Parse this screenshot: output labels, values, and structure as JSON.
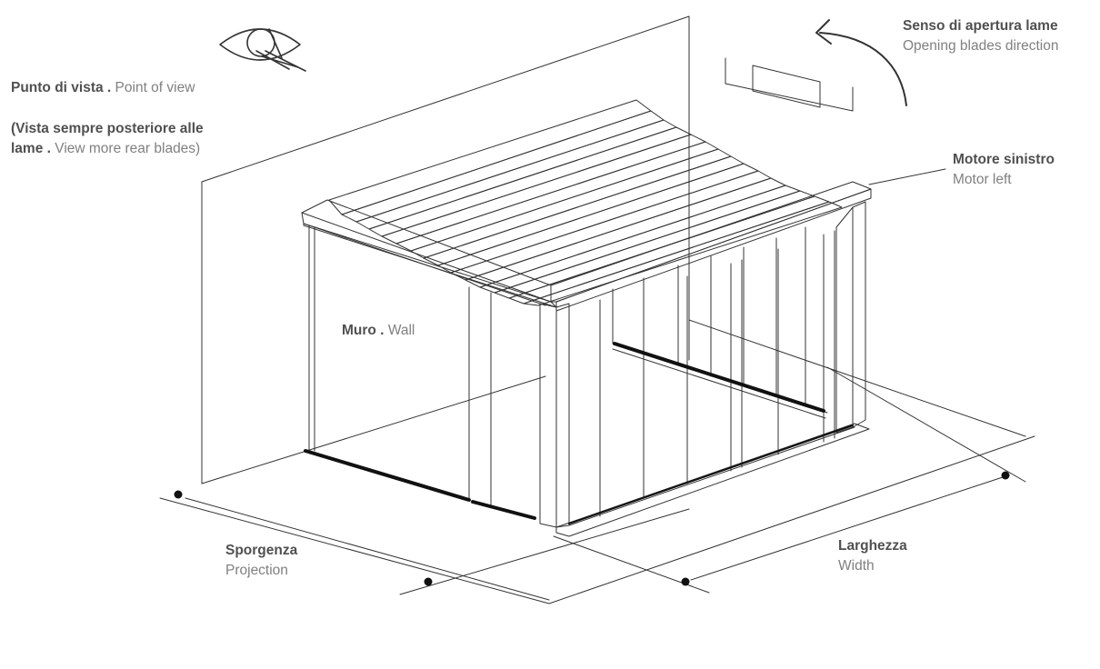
{
  "labels": {
    "point_of_view": {
      "it": "Punto di vista .",
      "en": "Point of view"
    },
    "rear_view_note": {
      "it_line1": "(Vista sempre posteriore alle",
      "it_line2": "lame .",
      "en": "View more rear blades)"
    },
    "opening_direction": {
      "it": "Senso di apertura lame",
      "en": "Opening blades direction"
    },
    "motor": {
      "it": "Motore sinistro",
      "en": "Motor left"
    },
    "wall": {
      "it": "Muro .",
      "en": "Wall"
    },
    "projection": {
      "it": "Sporgenza",
      "en": "Projection"
    },
    "width": {
      "it": "Larghezza",
      "en": "Width"
    }
  },
  "icons": [
    "eye-icon",
    "curved-arrow-icon"
  ],
  "colors": {
    "line": "#333333",
    "dark": "#111111",
    "text_bold": "#505050",
    "text_light": "#808080"
  }
}
